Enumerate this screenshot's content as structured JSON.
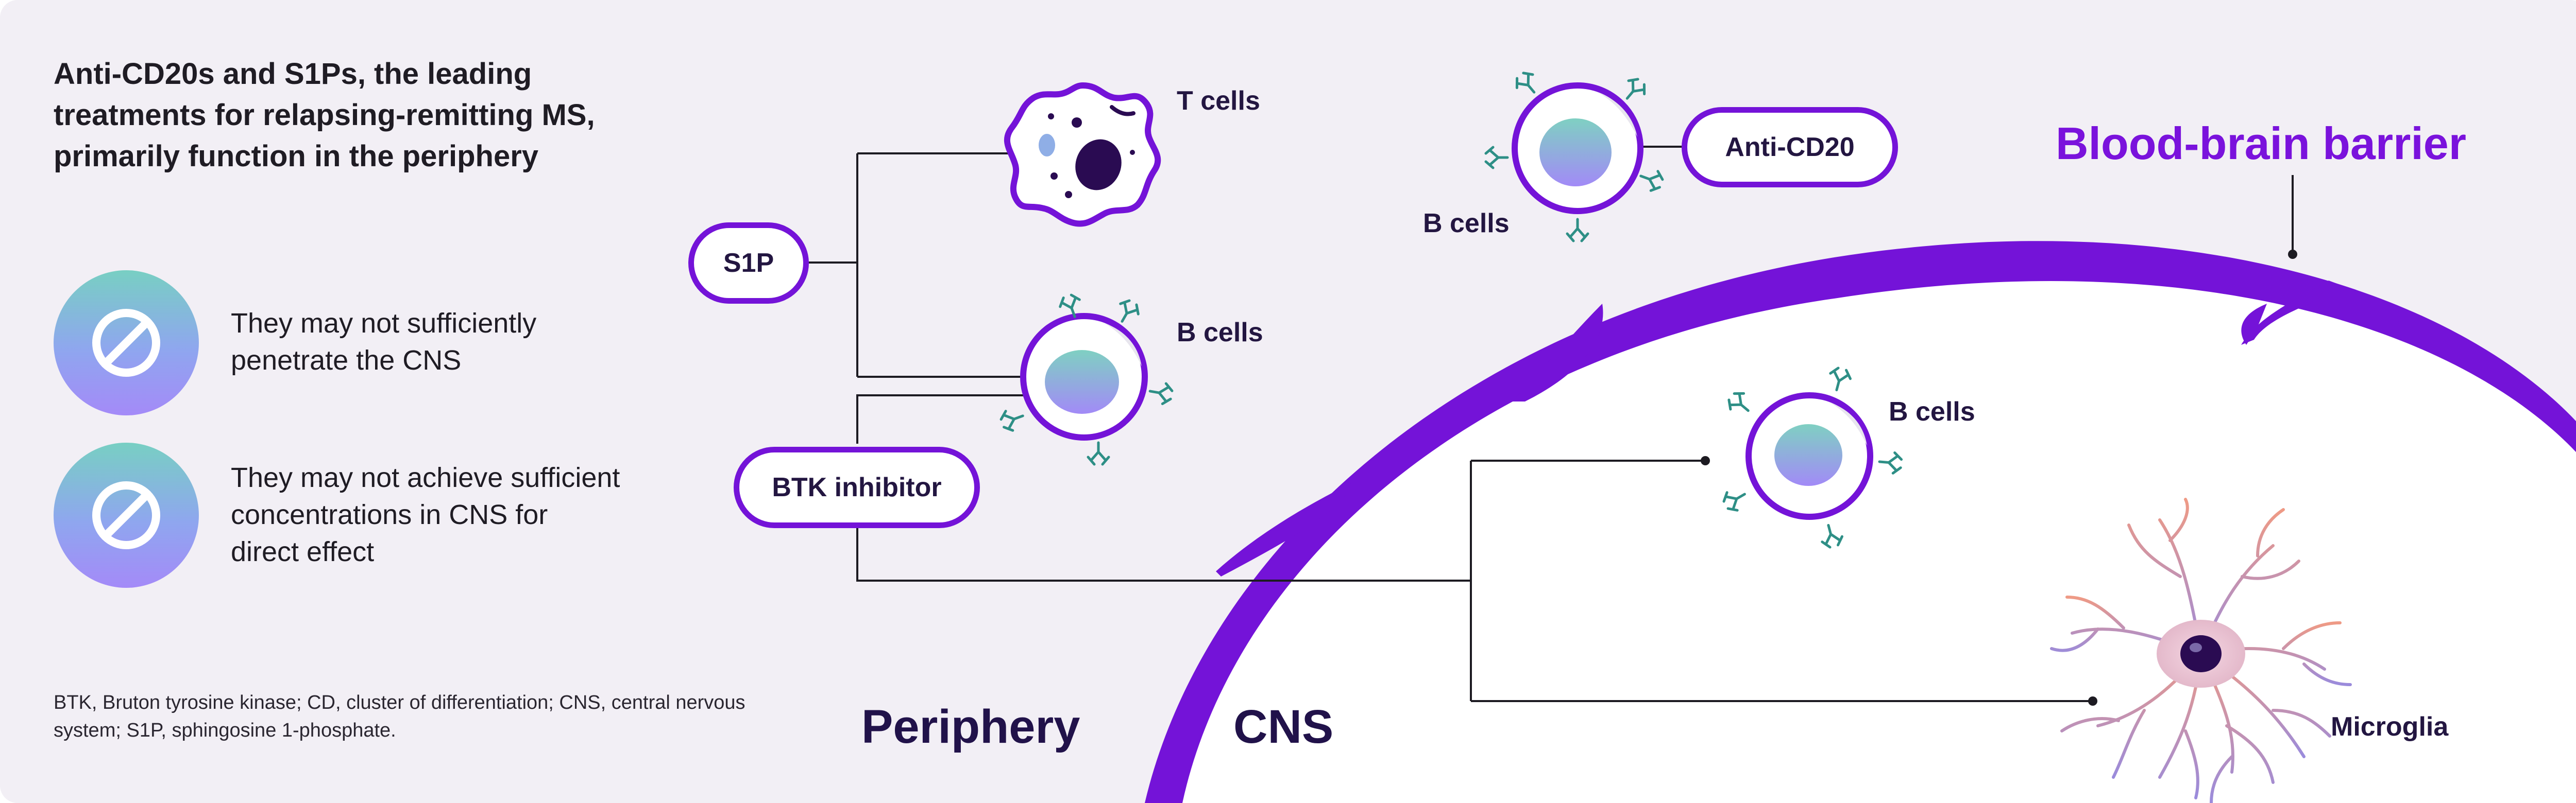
{
  "headline": "Anti-CD20s and S1Ps, the leading treatments for relapsing-remitting MS, primarily function in the periphery",
  "limitations": [
    {
      "icon": "prohibited-icon",
      "text": "They may not sufficiently penetrate the CNS"
    },
    {
      "icon": "prohibited-icon",
      "text": "They may not achieve sufficient concentrations in CNS for direct effect"
    }
  ],
  "footnote": "BTK, Bruton tyrosine kinase; CD, cluster of differentiation; CNS, central nervous system; S1P, sphingosine 1-phosphate.",
  "treatments": {
    "s1p": "S1P",
    "btk_inhibitor": "BTK inhibitor",
    "anti_cd20": "Anti-CD20"
  },
  "cells": {
    "t_cells": "T cells",
    "b_cells_periphery": "B cells",
    "b_cells_blood": "B cells",
    "b_cells_cns": "B cells",
    "microglia": "Microglia"
  },
  "regions": {
    "periphery": "Periphery",
    "cns": "CNS",
    "barrier": "Blood-brain barrier"
  },
  "colors": {
    "background": "#f2eff5",
    "barrier_purple": "#7413d8",
    "barrier_label": "#7a12dc",
    "dark_text": "#231641",
    "cell_nucleus_top": "#7fd0c2",
    "cell_nucleus_bottom": "#a28af7",
    "antibody": "#2e8f86",
    "neuron_warm": "#e79a8b",
    "neuron_cool": "#9b8ad8"
  }
}
